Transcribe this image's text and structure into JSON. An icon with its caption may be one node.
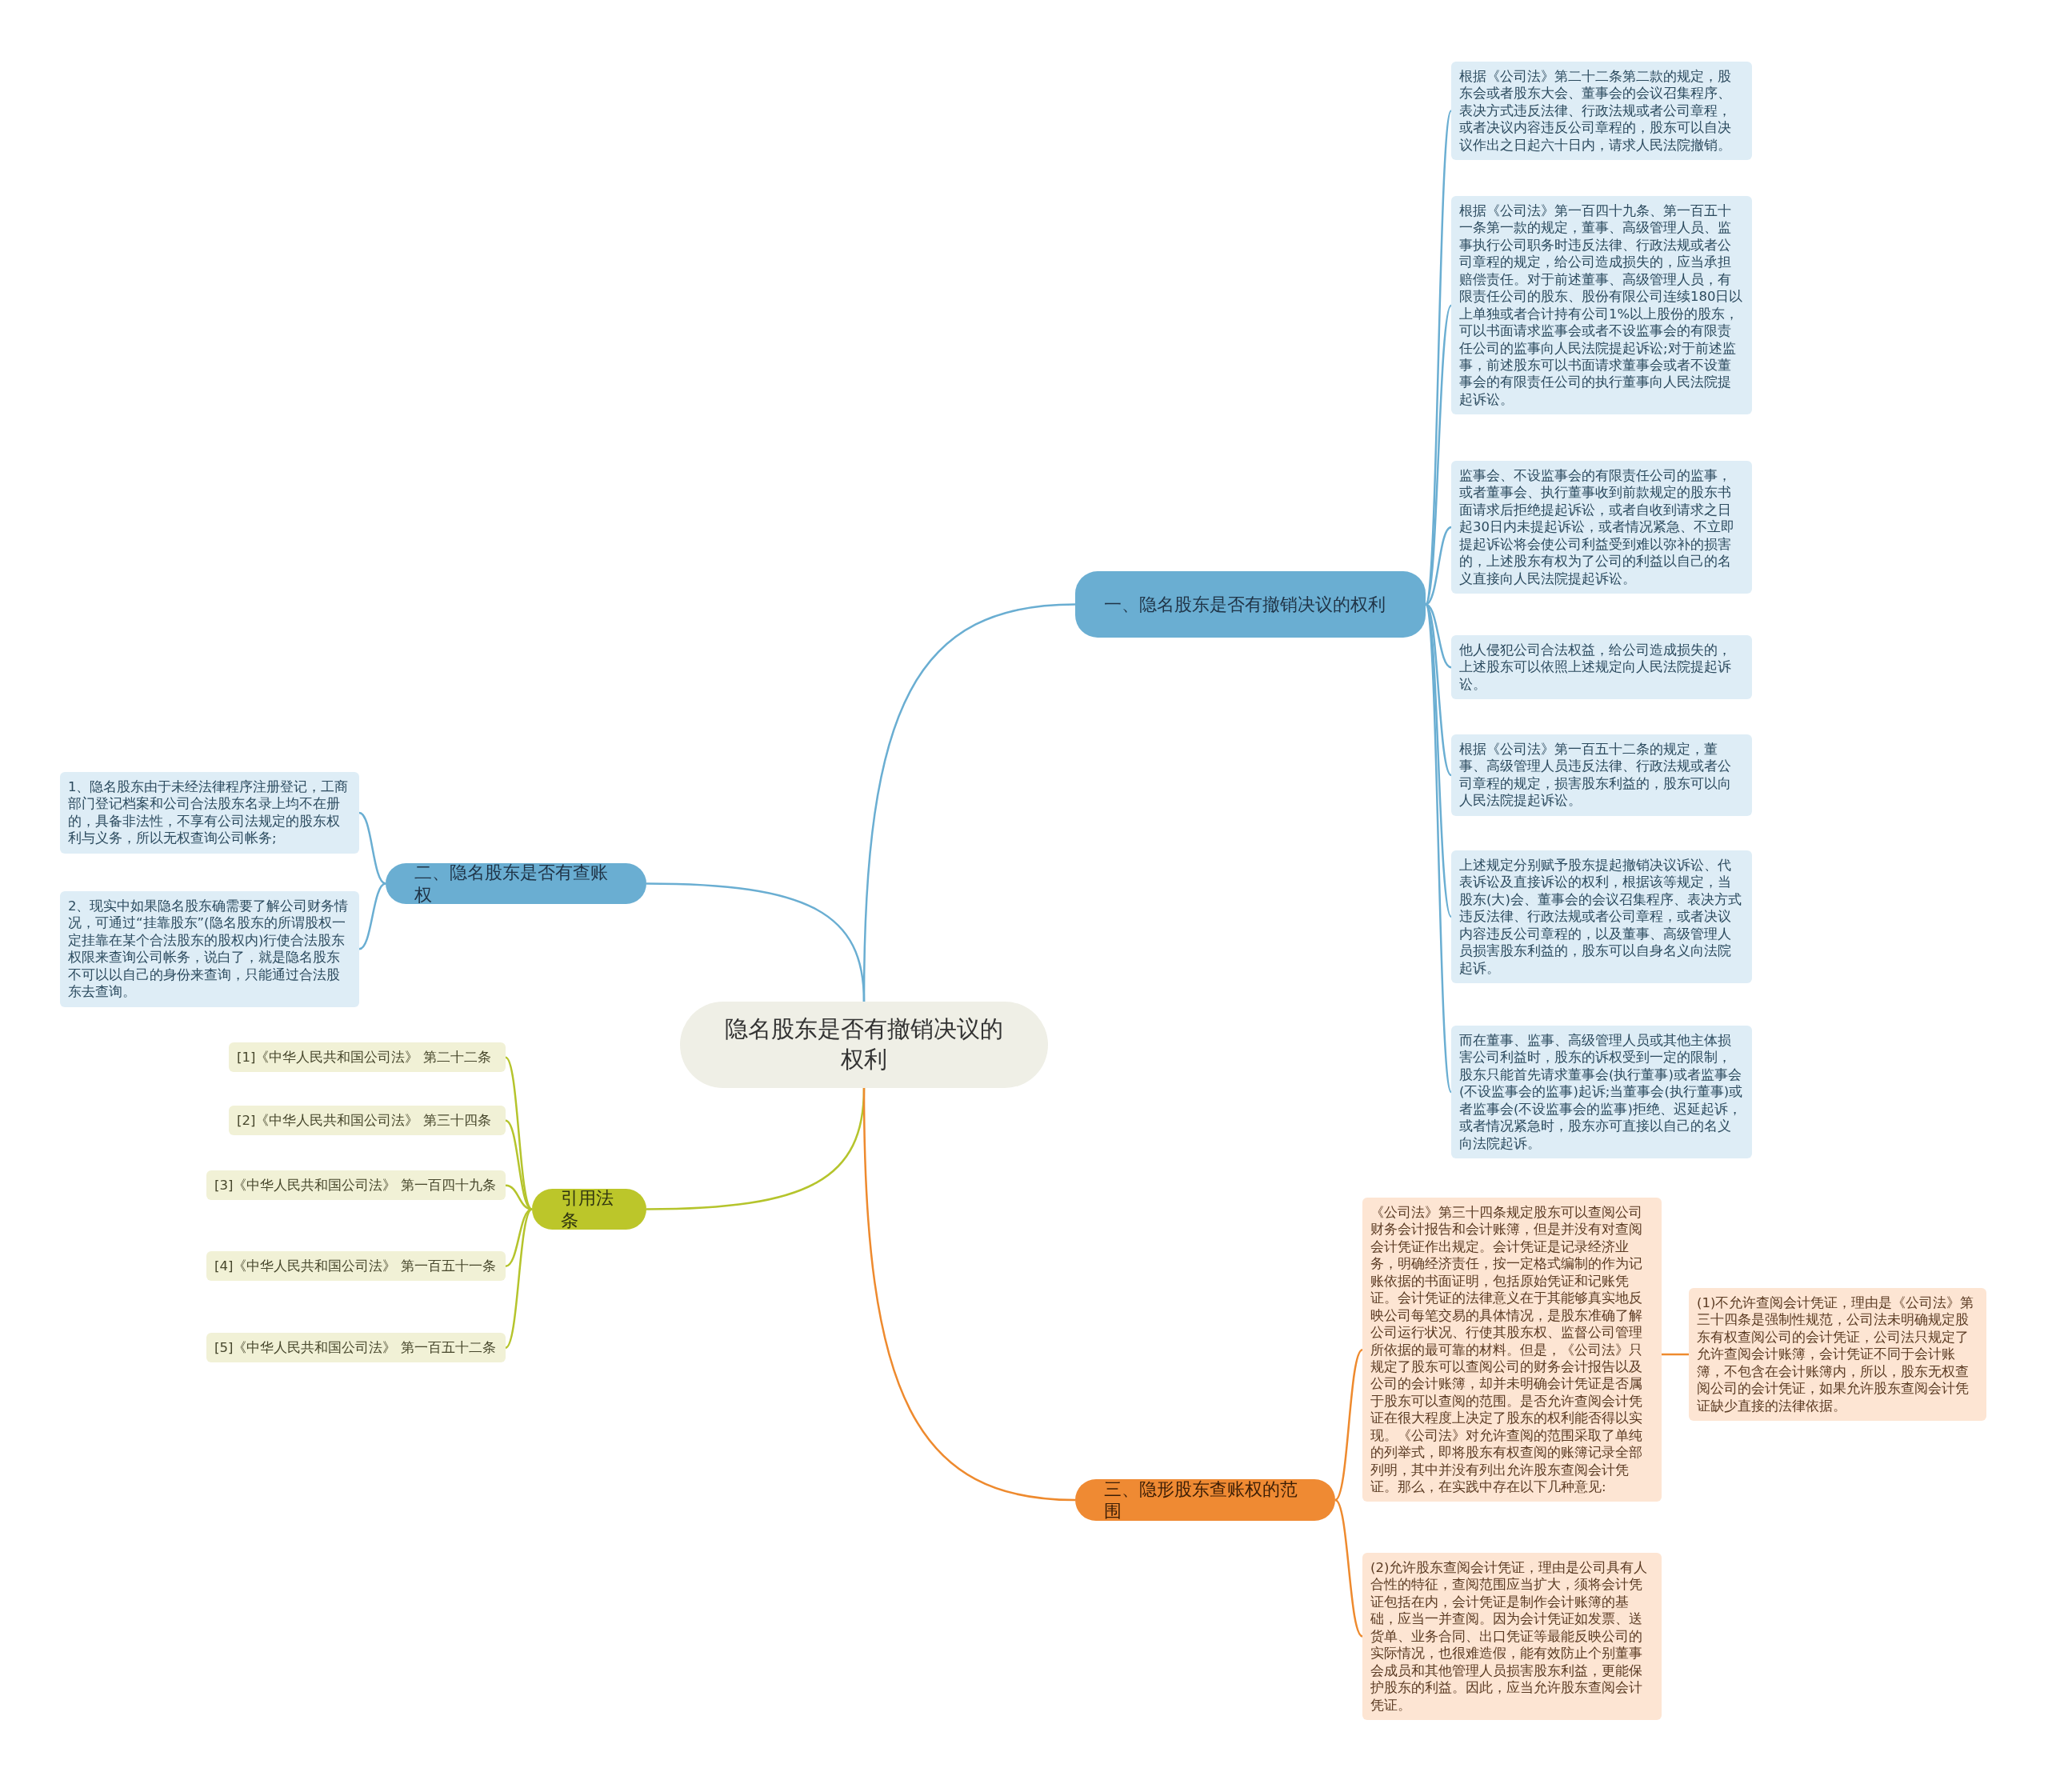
{
  "diagram": {
    "nodes": [
      {
        "text": [
          "隐名股东是否有撤销决议的权利"
        ]
      },
      {
        "text": [
          "一、隐名股东是否有撤销决议的权利"
        ]
      },
      {
        "text": [
          "根据《公司法》第二十二条第二款的规定，股东会或者股东大会、董事会的会议召集程序、表决方式违反法律、行政法规或者公司章程，或者决议内容违反公司章程的，股东可以自决议作出之日起六十日内，请求人民法院撤销。"
        ]
      },
      {
        "text": [
          "根据《公司法》第一百四十九条、第一百五十一条第一款的规定，董事、高级管理人员、监事执行公司职务时违反法律、行政法规或者公司章程的规定，给公司造成损失的，应当承担赔偿责任。对于前述董事、高级管理人员，有限责任公司的股东、股份有限公司连续180日以上单独或者合计持有公司1%以上股份的股东，可以书面请求监事会或者不设监事会的有限责任公司的监事向人民法院提起诉讼;对于前述监事，前述股东可以书面请求董事会或者不设董事会的有限责任公司的执行董事向人民法院提起诉讼。"
        ]
      },
      {
        "text": [
          "监事会、不设监事会的有限责任公司的监事，或者董事会、执行董事收到前款规定的股东书面请求后拒绝提起诉讼，或者自收到请求之日起30日内未提起诉讼，或者情况紧急、不立即提起诉讼将会使公司利益受到难以弥补的损害的，上述股东有权为了公司的利益以自己的名义直接向人民法院提起诉讼。"
        ]
      },
      {
        "text": [
          "他人侵犯公司合法权益，给公司造成损失的，上述股东可以依照上述规定向人民法院提起诉讼。"
        ]
      },
      {
        "text": [
          "根据《公司法》第一百五十二条的规定，董事、高级管理人员违反法律、行政法规或者公司章程的规定，损害股东利益的，股东可以向人民法院提起诉讼。"
        ]
      },
      {
        "text": [
          "上述规定分别赋予股东提起撤销决议诉讼、代表诉讼及直接诉讼的权利，根据该等规定，当股东(大)会、董事会的会议召集程序、表决方式违反法律、行政法规或者公司章程，或者决议内容违反公司章程的，以及董事、高级管理人员损害股东利益的，股东可以自身名义向法院起诉。"
        ]
      },
      {
        "text": [
          "而在董事、监事、高级管理人员或其他主体损害公司利益时，股东的诉权受到一定的限制，股东只能首先请求董事会(执行董事)或者监事会(不设监事会的监事)起诉;当董事会(执行董事)或者监事会(不设监事会的监事)拒绝、迟延起诉，或者情况紧急时，股东亦可直接以自己的名义向法院起诉。"
        ]
      },
      {
        "text": [
          "二、隐名股东是否有查账权"
        ]
      },
      {
        "text": [
          "1、隐名股东由于未经法律程序注册登记，工商部门登记档案和公司合法股东名录上均不在册的，具备非法性，不享有公司法规定的股东权利与义务，所以无权查询公司帐务;"
        ]
      },
      {
        "text": [
          "2、现实中如果隐名股东确需要了解公司财务情况，可通过“挂靠股东”(隐名股东的所谓股权一定挂靠在某个合法股东的股权内)行使合法股东权限来查询公司帐务，说白了，就是隐名股东不可以以自己的身份来查询，只能通过合法股东去查询。"
        ]
      },
      {
        "text": [
          "引用法条"
        ]
      },
      {
        "text": [
          "[1]《中华人民共和国公司法》 第二十二条"
        ]
      },
      {
        "text": [
          "[2]《中华人民共和国公司法》 第三十四条"
        ]
      },
      {
        "text": [
          "[3]《中华人民共和国公司法》 第一百四十九条"
        ]
      },
      {
        "text": [
          "[4]《中华人民共和国公司法》 第一百五十一条"
        ]
      },
      {
        "text": [
          "[5]《中华人民共和国公司法》 第一百五十二条"
        ]
      },
      {
        "text": [
          "三、隐形股东查账权的范围"
        ]
      },
      {
        "text": [
          "《公司法》第三十四条规定股东可以查阅公司财务会计报告和会计账簿，但是并没有对查阅会计凭证作出规定。会计凭证是记录经济业务，明确经济责任，按一定格式编制的作为记账依据的书面证明，包括原始凭证和记账凭证。会计凭证的法律意义在于其能够真实地反映公司每笔交易的具体情况，是股东准确了解公司运行状况、行使其股东权、监督公司管理所依据的最可靠的材料。但是，《公司法》只规定了股东可以查阅公司的财务会计报告以及公司的会计账簿，却并未明确会计凭证是否属于股东可以查阅的范围。是否允许查阅会计凭证在很大程度上决定了股东的权利能否得以实现。《公司法》对允许查阅的范围采取了单纯的列举式，即将股东有权查阅的账簿记录全部列明，其中并没有列出允许股东查阅会计凭证。那么，在实践中存在以下几种意见:"
        ]
      },
      {
        "text": [
          "(1)不允许查阅会计凭证，理由是《公司法》第三十四条是强制性规范，公司法未明确规定股东有权查阅公司的会计凭证，公司法只规定了允许查阅会计账簿，会计凭证不同于会计账簿，不包含在会计账簿内，所以，股东无权查阅公司的会计凭证，如果允许股东查阅会计凭证缺少直接的法律依据。"
        ]
      },
      {
        "text": [
          "(2)允许股东查阅会计凭证，理由是公司具有人合性的特征，查阅范围应当扩大，须将会计凭证包括在内，会计凭证是制作会计账簿的基础，应当一并查阅。因为会计凭证如发票、送货单、业务合同、出口凭证等最能反映公司的实际情况，也很难造假，能有效防止个别董事会成员和其他管理人员损害股东利益，更能保护股东的利益。因此，应当允许股东查阅会计凭证。"
        ]
      }
    ],
    "edges": [
      {
        "from": 0,
        "to": 1,
        "arrow": "none"
      },
      {
        "from": 1,
        "to": 2,
        "arrow": "none"
      },
      {
        "from": 1,
        "to": 3,
        "arrow": "none"
      },
      {
        "from": 1,
        "to": 4,
        "arrow": "none"
      },
      {
        "from": 1,
        "to": 5,
        "arrow": "none"
      },
      {
        "from": 1,
        "to": 6,
        "arrow": "none"
      },
      {
        "from": 1,
        "to": 7,
        "arrow": "none"
      },
      {
        "from": 1,
        "to": 8,
        "arrow": "none"
      },
      {
        "from": 0,
        "to": 9,
        "arrow": "none"
      },
      {
        "from": 9,
        "to": 10,
        "arrow": "none"
      },
      {
        "from": 9,
        "to": 11,
        "arrow": "none"
      },
      {
        "from": 0,
        "to": 12,
        "arrow": "none",
        "color": "#b5c42c"
      },
      {
        "from": 12,
        "to": 13,
        "arrow": "none",
        "color": "#b5c42c"
      },
      {
        "from": 12,
        "to": 14,
        "arrow": "none",
        "color": "#b5c42c"
      },
      {
        "from": 12,
        "to": 15,
        "arrow": "none",
        "color": "#b5c42c"
      },
      {
        "from": 12,
        "to": 16,
        "arrow": "none",
        "color": "#b5c42c"
      },
      {
        "from": 12,
        "to": 17,
        "arrow": "none",
        "color": "#b5c42c"
      },
      {
        "from": 0,
        "to": 18,
        "arrow": "none",
        "color": "#ee8a2e"
      },
      {
        "from": 18,
        "to": 19,
        "arrow": "none",
        "color": "#ee8a2e"
      },
      {
        "from": 19,
        "to": 20,
        "arrow": "none",
        "color": "#ee8a2e"
      },
      {
        "from": 18,
        "to": 21,
        "arrow": "none",
        "color": "#ee8a2e"
      }
    ]
  }
}
